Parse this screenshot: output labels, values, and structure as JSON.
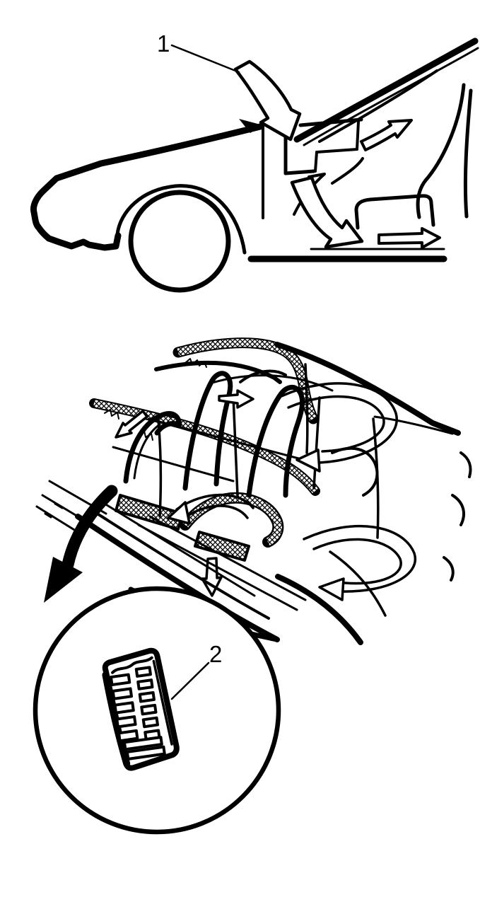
{
  "colors": {
    "ink": "#000000",
    "paper": "#ffffff"
  },
  "callouts": [
    {
      "label": "1",
      "points_to": "outside-air-inlet-arrow"
    },
    {
      "label": "2",
      "points_to": "pressure-relief-vent-grille"
    }
  ]
}
